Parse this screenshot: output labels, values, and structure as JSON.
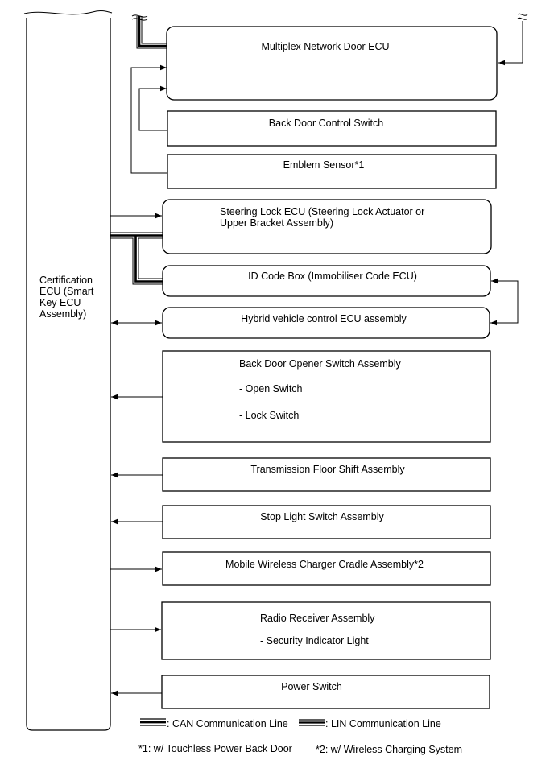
{
  "certification_ecu": {
    "label_lines": [
      "Certification",
      "ECU (Smart",
      "Key ECU",
      "Assembly)"
    ]
  },
  "components": [
    {
      "id": "multiplex",
      "label_lines": [
        "Multiplex Network Door ECU"
      ]
    },
    {
      "id": "back-door-control",
      "label_lines": [
        "Back Door Control Switch"
      ]
    },
    {
      "id": "emblem",
      "label_lines": [
        "Emblem Sensor*1"
      ]
    },
    {
      "id": "steering-lock",
      "label_lines": [
        "Steering Lock ECU (Steering Lock Actuator or",
        "Upper Bracket Assembly)"
      ]
    },
    {
      "id": "id-code",
      "label_lines": [
        "ID Code Box (Immobiliser Code ECU)"
      ]
    },
    {
      "id": "hybrid",
      "label_lines": [
        "Hybrid vehicle control ECU assembly"
      ]
    },
    {
      "id": "back-door-opener",
      "label_lines": [
        "Back Door Opener Switch Assembly",
        "- Open Switch",
        "- Lock Switch"
      ]
    },
    {
      "id": "transmission",
      "label_lines": [
        "Transmission Floor Shift Assembly"
      ]
    },
    {
      "id": "stop-light",
      "label_lines": [
        "Stop Light Switch Assembly"
      ]
    },
    {
      "id": "wireless-charger",
      "label_lines": [
        "Mobile Wireless Charger Cradle Assembly*2"
      ]
    },
    {
      "id": "radio",
      "label_lines": [
        "Radio Receiver Assembly",
        "- Security Indicator Light"
      ]
    },
    {
      "id": "power-switch",
      "label_lines": [
        "Power Switch"
      ]
    }
  ],
  "legend": {
    "can_label": ": CAN Communication Line",
    "lin_label": ": LIN Communication Line"
  },
  "notes": {
    "note1": "*1: w/ Touchless Power Back Door",
    "note2": "*2: w/ Wireless Charging System"
  }
}
